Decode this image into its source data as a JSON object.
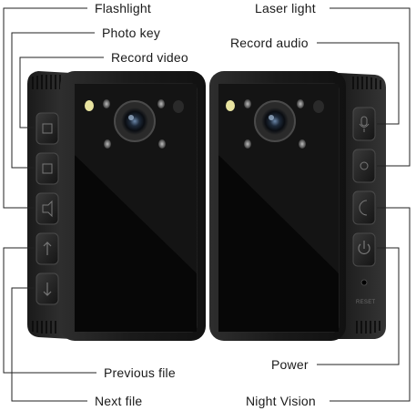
{
  "left_labels": {
    "flashlight": "Flashlight",
    "photo_key": "Photo key",
    "record_video": "Record video",
    "previous_file": "Previous file",
    "next_file": "Next file"
  },
  "right_labels": {
    "laser_light": "Laser light",
    "record_audio": "Record audio",
    "power": "Power",
    "night_vision": "Night Vision"
  },
  "device": {
    "reset_text": "RESET",
    "body_color": "#1c1c1c",
    "panel_color": "#0b0b0b"
  }
}
